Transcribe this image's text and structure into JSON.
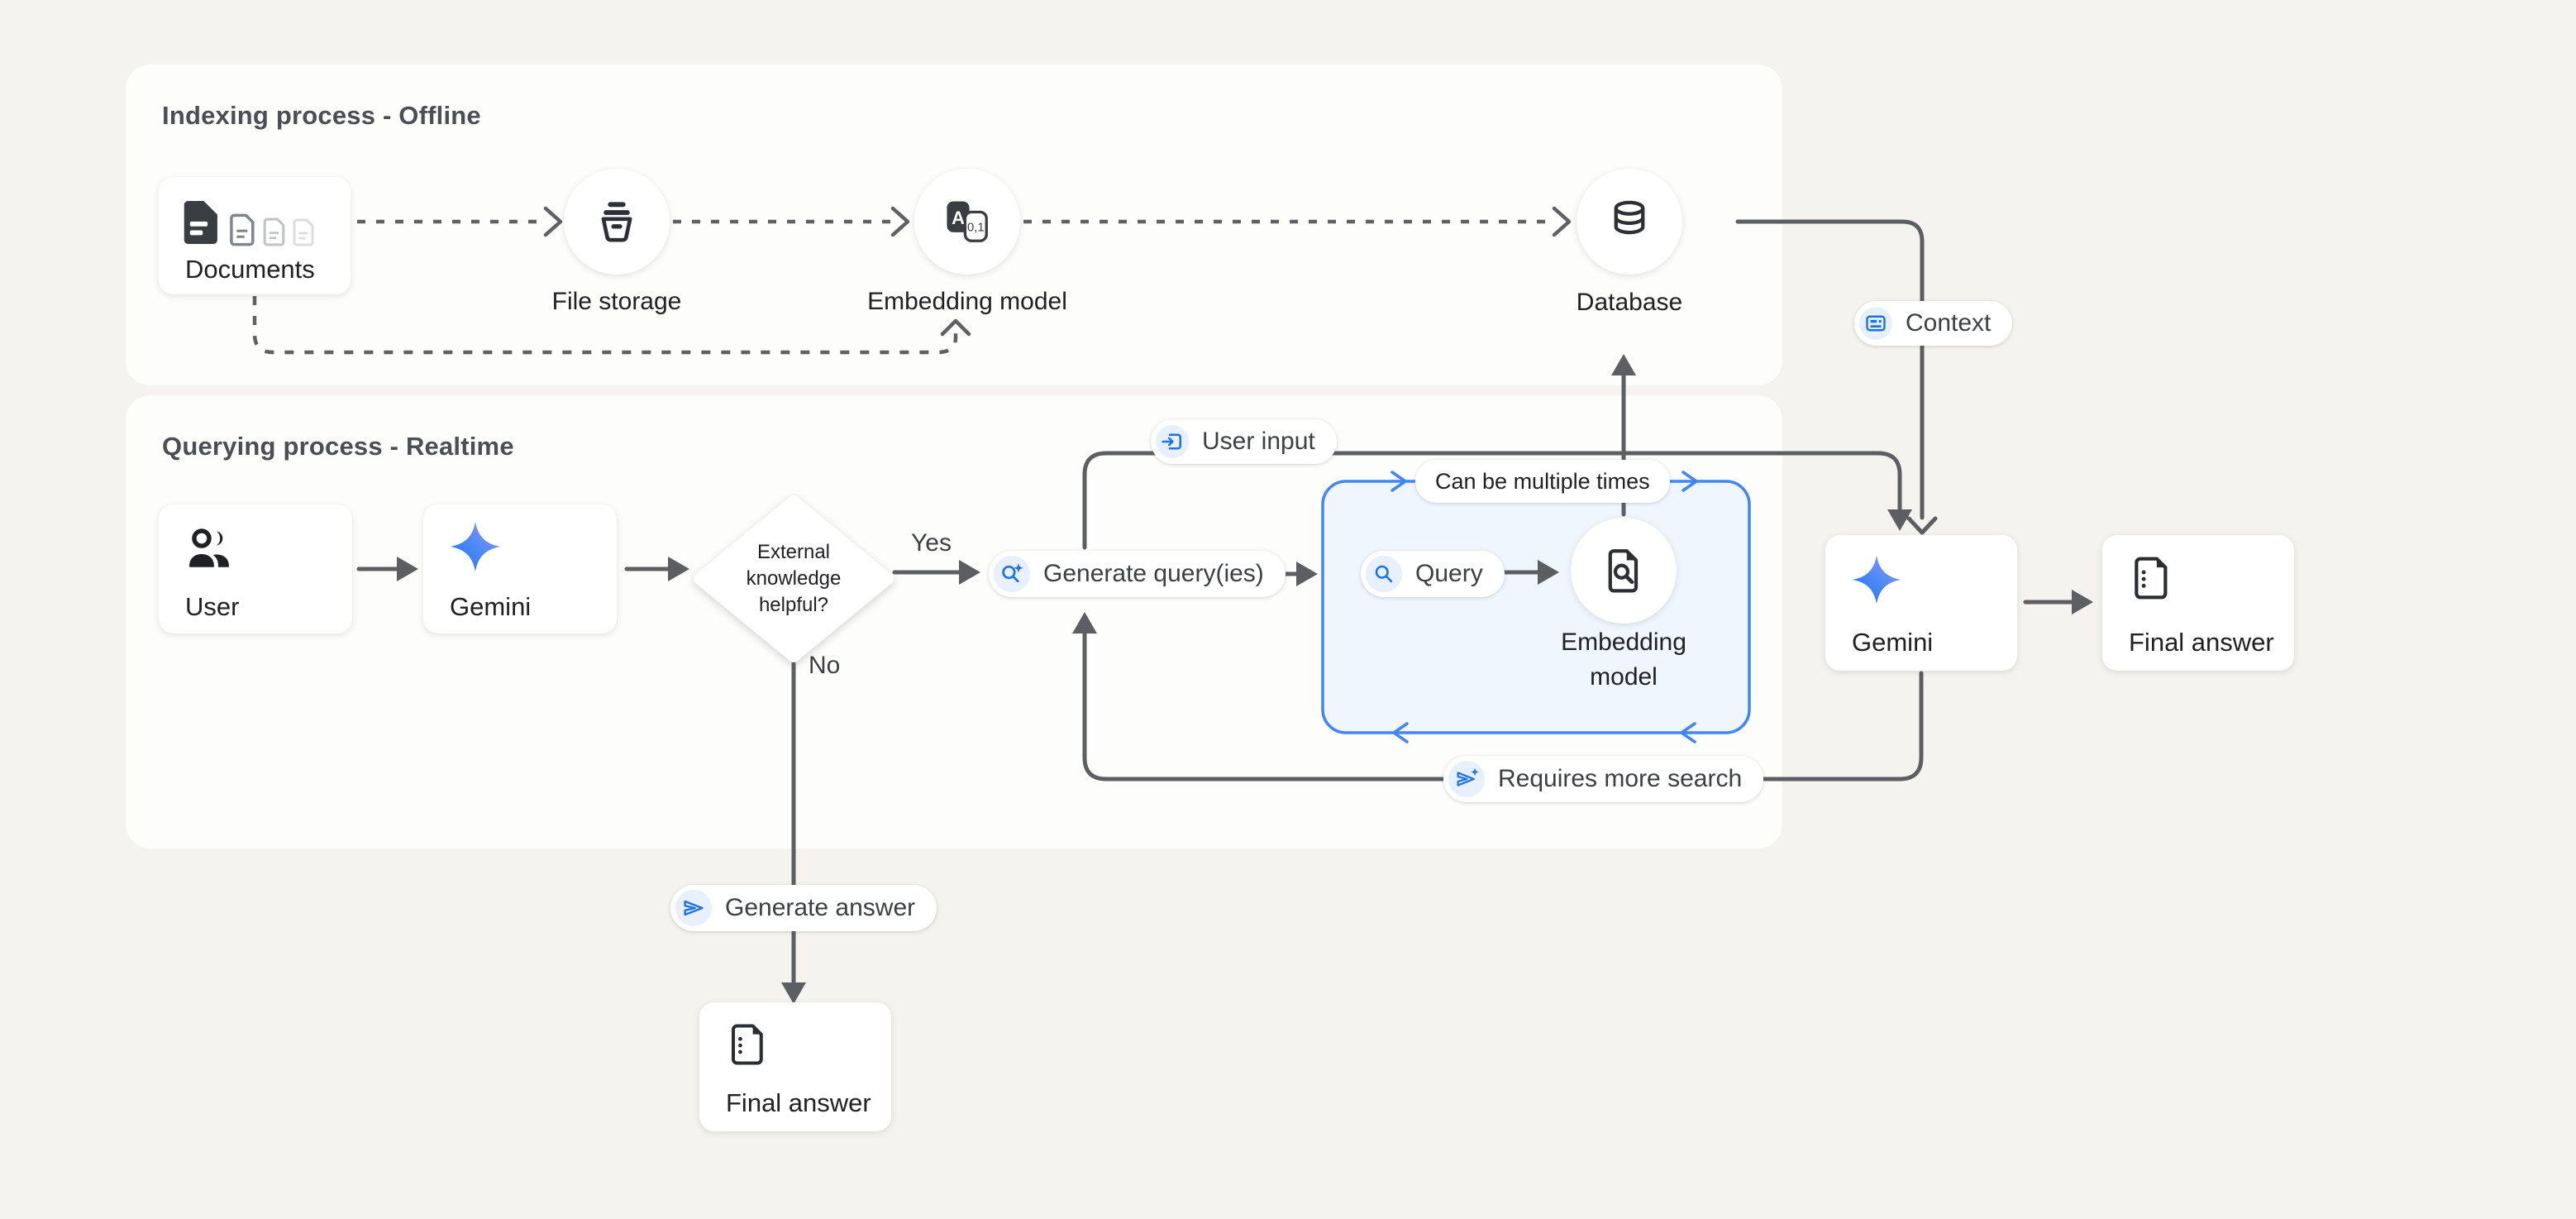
{
  "panels": {
    "indexing": {
      "title": "Indexing process - Offline"
    },
    "querying": {
      "title": "Querying process - Realtime"
    }
  },
  "nodes": {
    "documents": {
      "label": "Documents"
    },
    "file_storage": {
      "label": "File storage"
    },
    "embedding_model": {
      "label": "Embedding model"
    },
    "database": {
      "label": "Database"
    },
    "user": {
      "label": "User"
    },
    "gemini": {
      "label": "Gemini"
    },
    "decision": {
      "line1": "External",
      "line2": "knowledge",
      "line3": "helpful?"
    },
    "query_embedding_model": {
      "label": "Embedding model"
    },
    "gemini_final": {
      "label": "Gemini"
    },
    "final_answer_right": {
      "label": "Final answer"
    },
    "final_answer_bottom": {
      "label": "Final answer"
    }
  },
  "pills": {
    "context": {
      "label": "Context",
      "icon": "article-icon"
    },
    "user_input": {
      "label": "User input",
      "icon": "input-icon"
    },
    "generate_queries": {
      "label": "Generate query(ies)",
      "icon": "search-sparkle-icon"
    },
    "can_be_multiple_times": {
      "label": "Can be multiple times"
    },
    "query": {
      "label": "Query",
      "icon": "search-icon"
    },
    "requires_more_search": {
      "label": "Requires more search",
      "icon": "send-sparkle-icon"
    },
    "generate_answer": {
      "label": "Generate answer",
      "icon": "send-icon"
    }
  },
  "edge_labels": {
    "yes": "Yes",
    "no": "No"
  },
  "colors": {
    "accent_blue": "#4285f4",
    "icon_blue": "#1a73e8",
    "chip_bg": "#e8f0fe",
    "line_gray": "#5f6164",
    "page_bg": "#f4f3ef",
    "panel_bg": "#fdfdfb",
    "loop_box_fill": "#f0f6fd"
  }
}
